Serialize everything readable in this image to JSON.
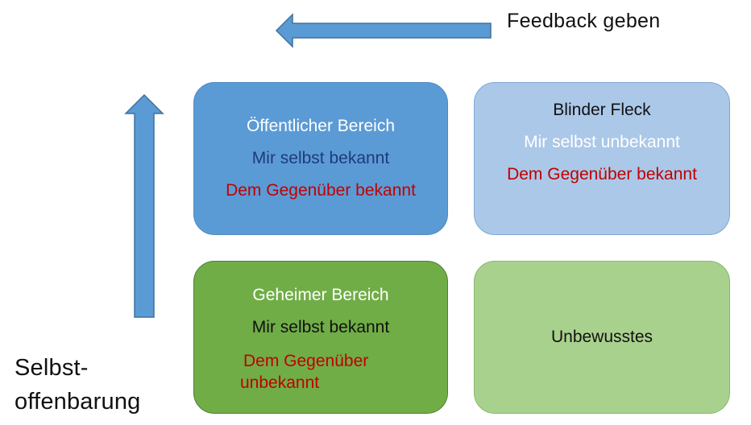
{
  "labels": {
    "feedback": "Feedback geben",
    "selbstoffenbarung_line1": "Selbst-",
    "selbstoffenbarung_line2": "offenbarung"
  },
  "quadrants": {
    "public": {
      "title": "Öffentlicher Bereich",
      "self": "Mir selbst bekannt",
      "other": "Dem Gegenüber bekannt"
    },
    "blind": {
      "title": "Blinder Fleck",
      "self": "Mir selbst unbekannt",
      "other": "Dem Gegenüber bekannt"
    },
    "secret": {
      "title": "Geheimer Bereich",
      "self": "Mir selbst bekannt",
      "other_line1": "Dem Gegenüber",
      "other_line2": "unbekannt"
    },
    "unconscious": {
      "title": "Unbewusstes"
    }
  },
  "colors": {
    "arrow_fill": "#5b9bd5",
    "arrow_stroke": "#41719c",
    "public": "#5b9bd5",
    "blind": "#abc8e8",
    "secret": "#70ad47",
    "unconscious": "#a9d18e",
    "red_text": "#c00000",
    "navy_text": "#1f3a7a"
  }
}
